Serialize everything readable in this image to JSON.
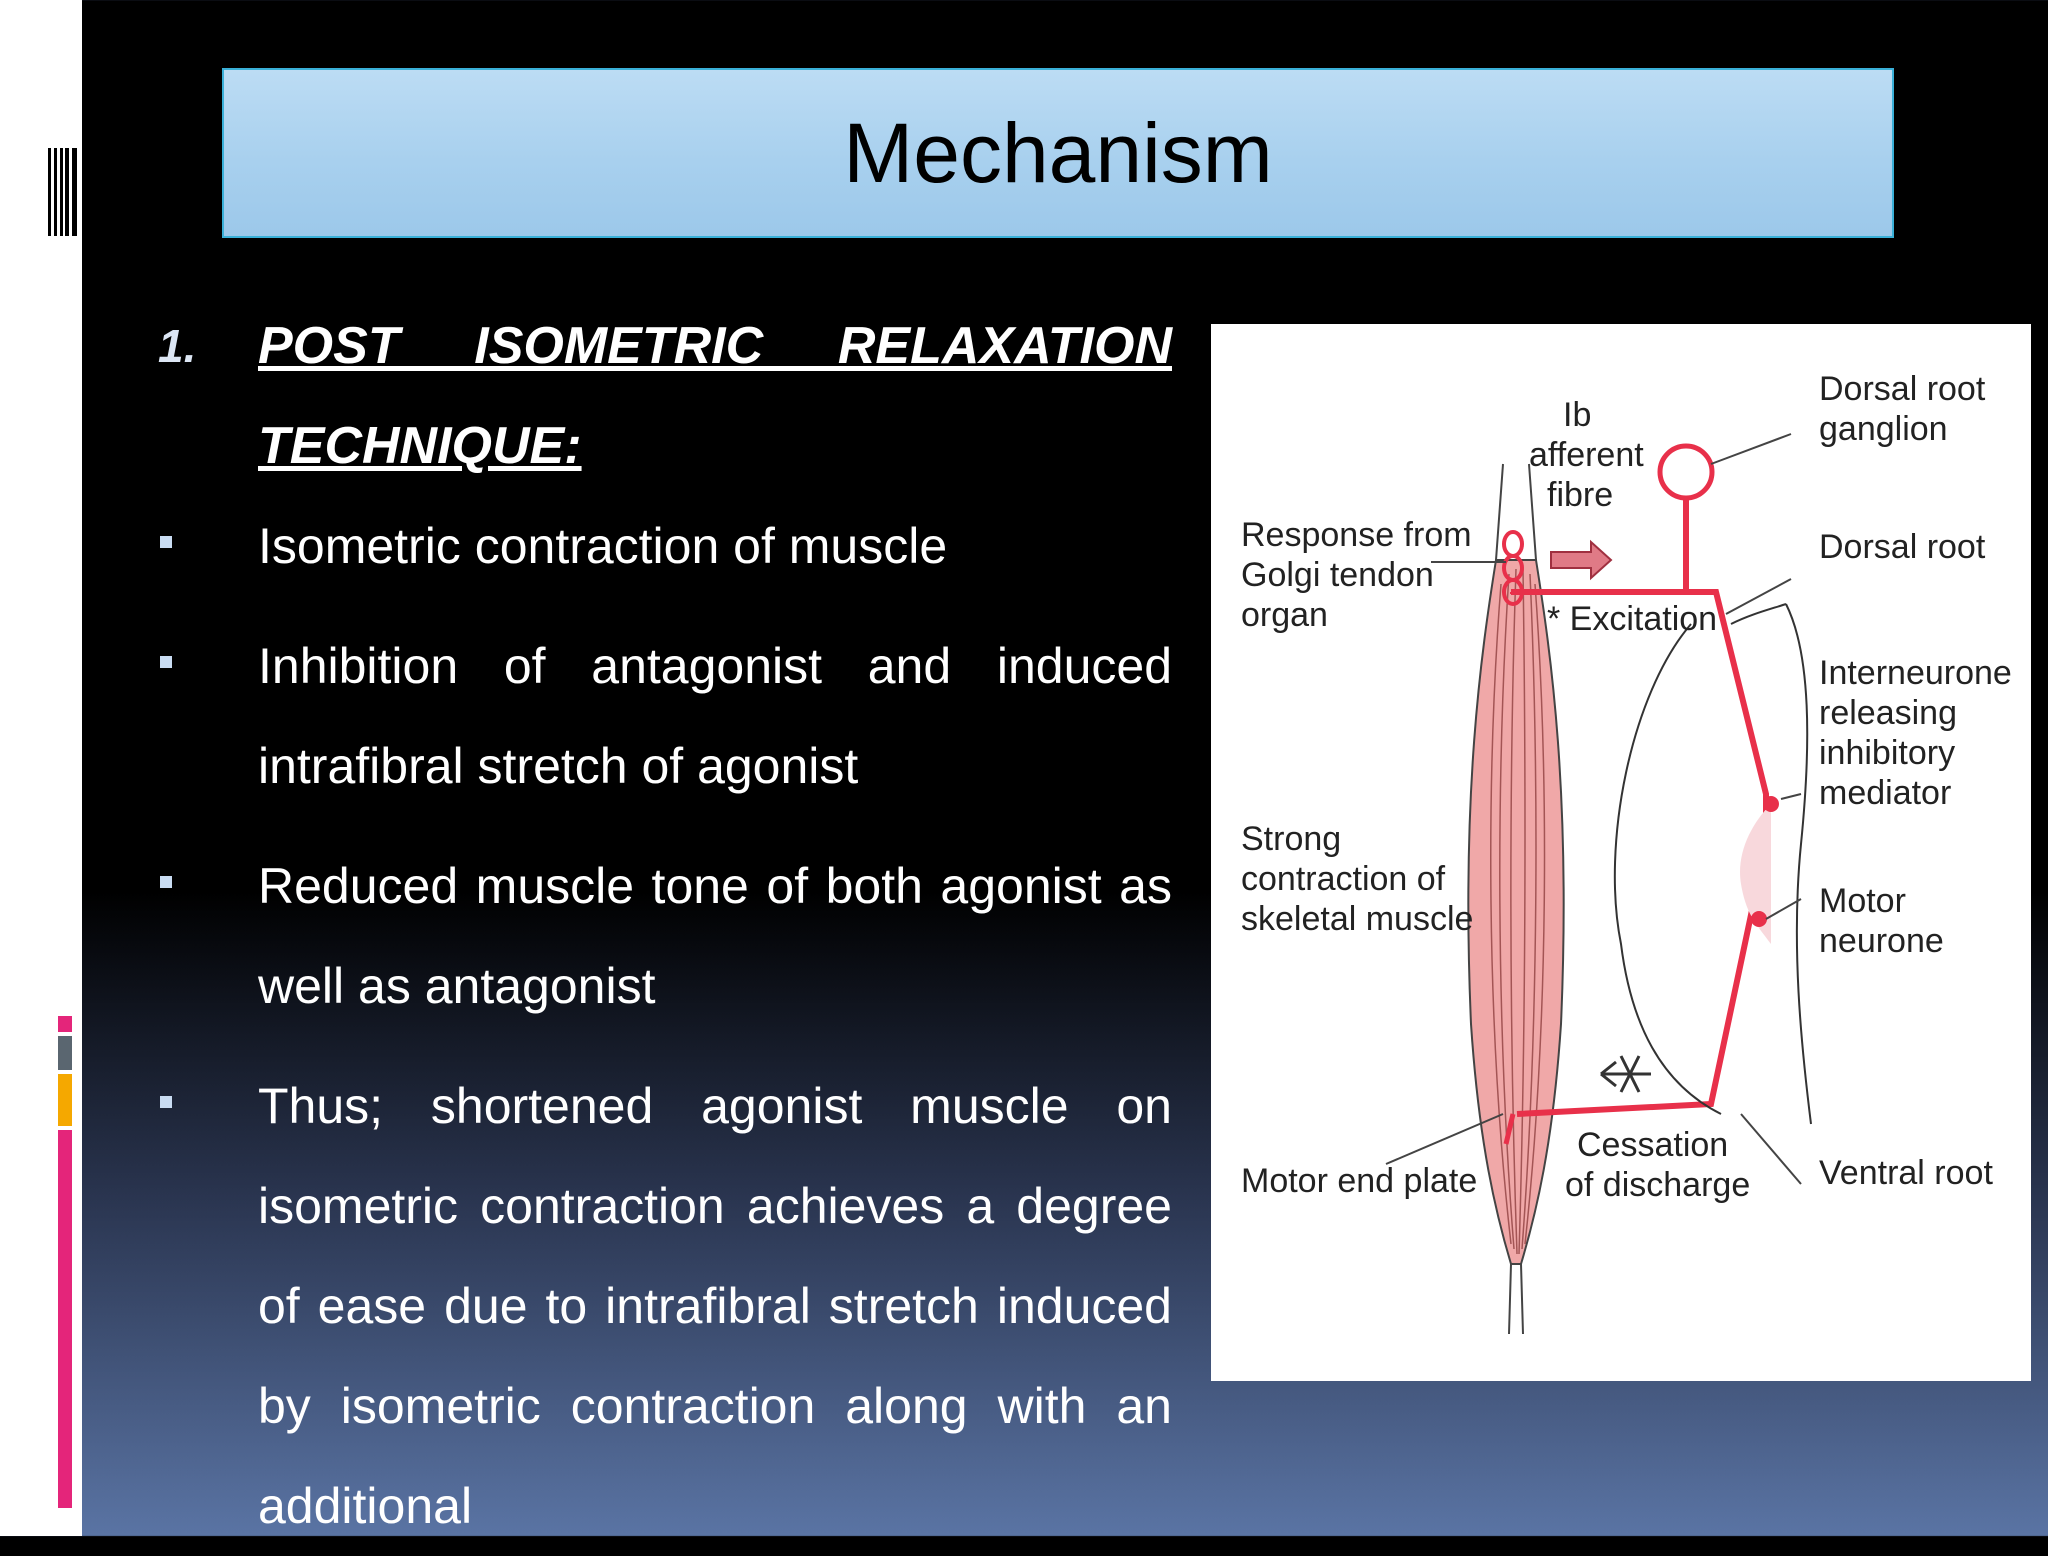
{
  "slide": {
    "title": "Mechanism",
    "section_number": "1.",
    "section_heading": "POST ISOMETRIC RELAXATION TECHNIQUE:",
    "bullets": [
      "Isometric contraction of muscle",
      "Inhibition of antagonist and induced intrafibral stretch of agonist",
      "Reduced muscle tone of both agonist as well as antagonist",
      "Thus; shortened agonist muscle on isometric contraction achieves a degree of ease due to intrafibral stretch induced by isometric contraction along with an additional"
    ]
  },
  "figure": {
    "labels": {
      "response_from": "Response from",
      "golgi_tendon": "Golgi tendon",
      "organ": "organ",
      "strong": "Strong",
      "contraction_of": "contraction of",
      "skeletal_muscle": "skeletal muscle",
      "motor_end_plate": "Motor end plate",
      "ib": "Ib",
      "afferent": "afferent",
      "fibre": "fibre",
      "excitation": "* Excitation",
      "cessation": "Cessation",
      "of_discharge": "of discharge",
      "dorsal_root": "Dorsal root",
      "ganglion": "ganglion",
      "dorsal_root_2": "Dorsal root",
      "interneurone": "Interneurone",
      "releasing": "releasing",
      "inhibitory": "inhibitory",
      "mediator": "mediator",
      "motor": "Motor",
      "neurone": "neurone",
      "ventral_root": "Ventral root"
    }
  },
  "colors": {
    "title_bar": "#a8d0ee",
    "title_border": "#3ab0d8",
    "nerve": "#e8304a",
    "muscle": "#f0a8a8",
    "deco_pink": "#e4257a",
    "deco_gray": "#5a6670",
    "deco_orange": "#f5a800"
  }
}
